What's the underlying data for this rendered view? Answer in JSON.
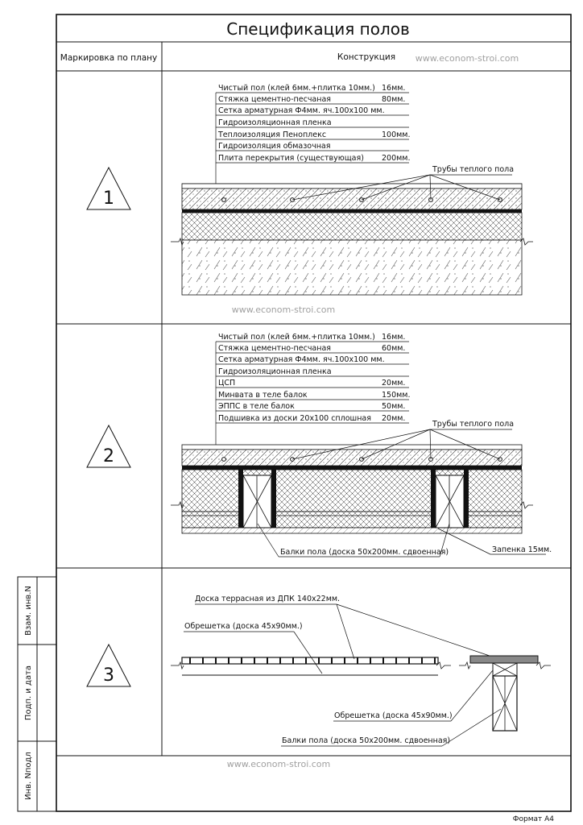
{
  "title": "Спецификация полов",
  "headers": {
    "marking": "Маркировка по плану",
    "construction": "Конструкция"
  },
  "watermark": "www.econom-stroi.com",
  "format_label": "Формат А4",
  "side_stamp": [
    "Взам. инв.N",
    "Подп. и дата",
    "Инв. Nподл"
  ],
  "colors": {
    "line": "#111111",
    "paper": "#ffffff",
    "watermark": "#a0a0a0"
  },
  "rows": [
    {
      "mark": "1",
      "layers": [
        {
          "name": "Чистый пол (клей 6мм.+плитка 10мм.)",
          "size": "16мм."
        },
        {
          "name": "Стяжка цементно-песчаная",
          "size": "80мм."
        },
        {
          "name": "Сетка арматурная Ф4мм. яч.100х100 мм.",
          "size": ""
        },
        {
          "name": "Гидроизоляционная пленка",
          "size": ""
        },
        {
          "name": "Теплоизоляция Пеноплекс",
          "size": "100мм."
        },
        {
          "name": "Гидроизоляция обмазочная",
          "size": ""
        },
        {
          "name": "Плита перекрытия (существующая)",
          "size": "200мм."
        }
      ],
      "callouts": [
        "Трубы теплого пола"
      ]
    },
    {
      "mark": "2",
      "layers": [
        {
          "name": "Чистый пол (клей 6мм.+плитка 10мм.)",
          "size": "16мм."
        },
        {
          "name": "Стяжка цементно-песчаная",
          "size": "60мм."
        },
        {
          "name": "Сетка арматурная Ф4мм. яч.100х100 мм.",
          "size": ""
        },
        {
          "name": "Гидроизоляционная пленка",
          "size": ""
        },
        {
          "name": "ЦСП",
          "size": "20мм."
        },
        {
          "name": "Минвата в теле балок",
          "size": "150мм."
        },
        {
          "name": "ЭППС в теле балок",
          "size": "50мм."
        },
        {
          "name": "Подшивка из доски 20х100 сплошная",
          "size": "20мм."
        }
      ],
      "callouts": [
        "Трубы теплого пола",
        "Балки пола (доска 50х200мм. сдвоенная)",
        "Запенка 15мм."
      ]
    },
    {
      "mark": "3",
      "layers": [],
      "callouts": [
        "Доска террасная из ДПК 140х22мм.",
        "Обрешетка (доска 45х90мм.)",
        "Обрешетка (доска 45х90мм.)",
        "Балки пола (доска 50х200мм. сдвоенная)"
      ]
    }
  ]
}
